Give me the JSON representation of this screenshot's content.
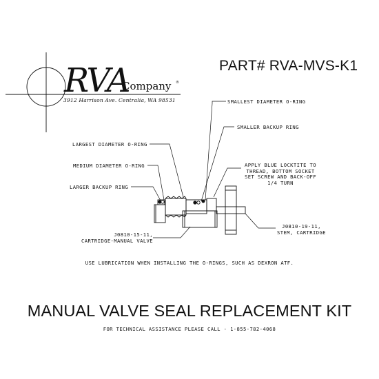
{
  "logo": {
    "brand": "RVA",
    "company": "Company",
    "registered_mark": "®",
    "address": "3912 Harrison Ave. Centralia, WA 98531"
  },
  "part_number": "PART# RVA-MVS-K1",
  "callouts": {
    "smallest_oring": "SMALLEST DIAMETER O-RING",
    "smaller_backup": "SMALLER BACKUP RING",
    "largest_oring": "LARGEST DIAMETER O-RING",
    "medium_oring": "MEDIUM DIAMETER O-RING",
    "larger_backup": "LARGER BACKUP RING",
    "locktite": "APPLY BLUE LOCKTITE TO\nTHREAD, BOTTOM SOCKET\nSET SCREW AND BACK-OFF\n1/4 TURN",
    "cartridge": "J0810-15-11,\nCARTRIDGE-MANUAL VALVE",
    "stem": "J0810-19-11,\nSTEM, CARTRIDGE"
  },
  "lubrication_note": "USE LUBRICATION WHEN INSTALLING THE O-RINGS, SUCH AS DEXRON ATF.",
  "kit_title": "MANUAL VALVE SEAL REPLACEMENT KIT",
  "assistance_note": "FOR TECHNICAL ASSISTANCE PLEASE CALL - 1-855-782-4068"
}
